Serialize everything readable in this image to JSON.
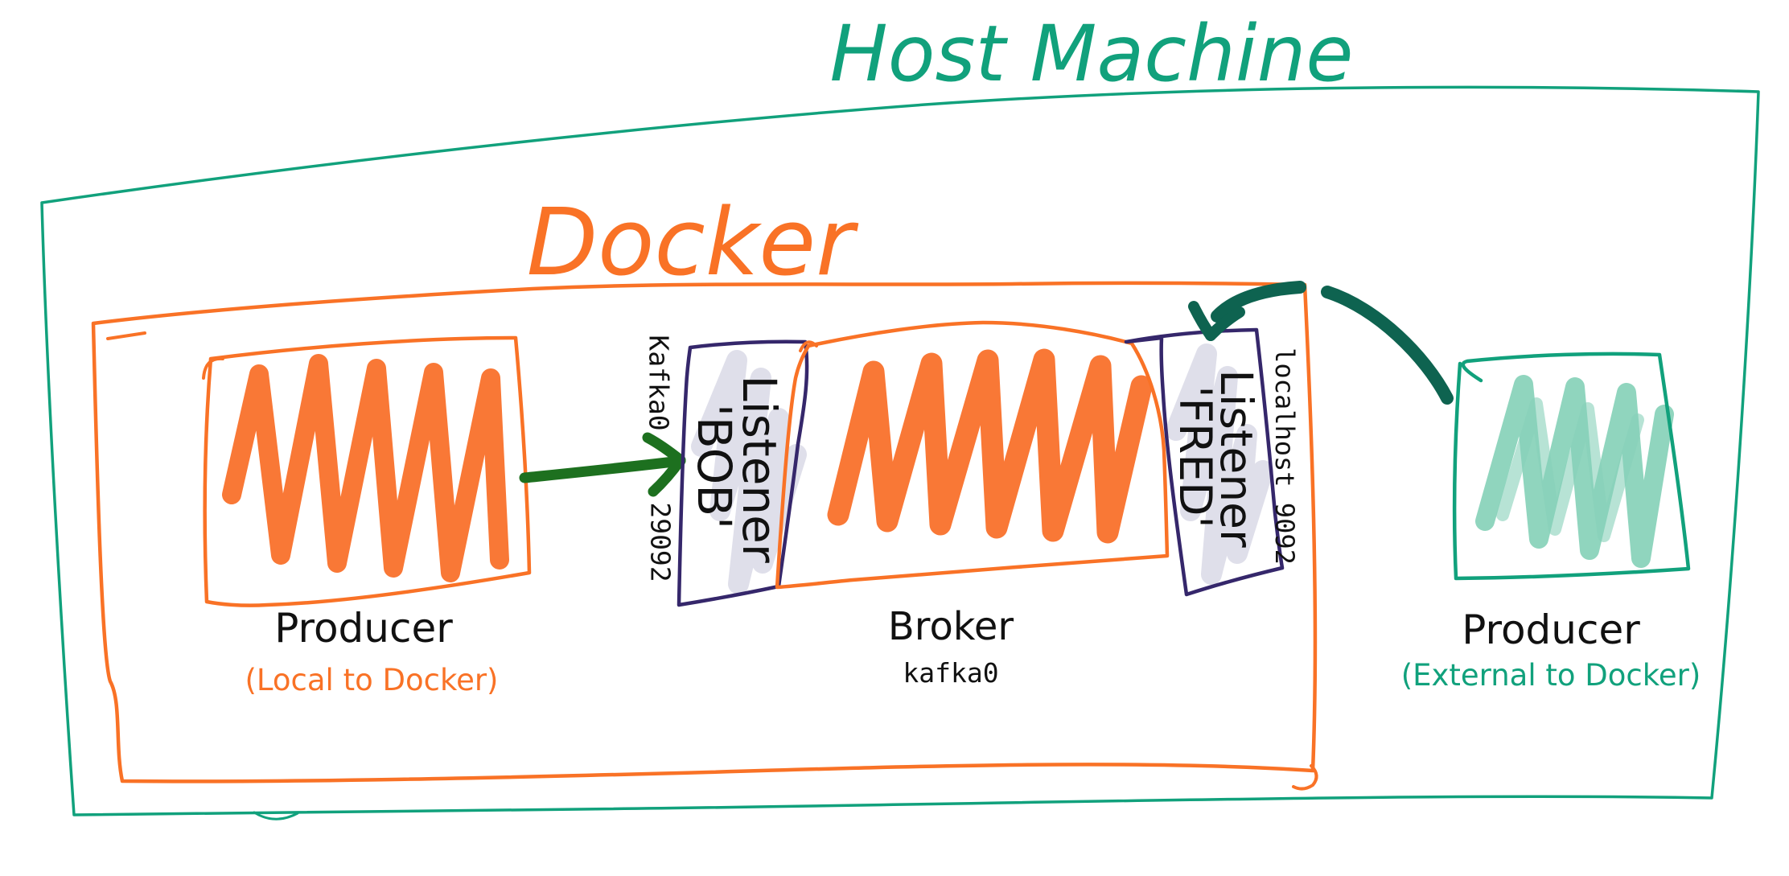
{
  "diagram": {
    "host": {
      "title": "Host Machine"
    },
    "docker": {
      "title": "Docker"
    },
    "producer_local": {
      "label": "Producer",
      "sublabel": "(Local to Docker)"
    },
    "listener_bob": {
      "label_line1": "Listener",
      "label_line2": "'BOB'",
      "advertised_host": "Kafka0",
      "port": "29092"
    },
    "broker": {
      "label": "Broker",
      "sublabel": "kafka0"
    },
    "listener_fred": {
      "label_line1": "Listener",
      "label_line2": "'FRED'",
      "endpoint": "localhost 9092"
    },
    "producer_external": {
      "label": "Producer",
      "sublabel": "(External to Docker)"
    }
  },
  "colors": {
    "host_teal": "#11a17c",
    "docker_orange": "#f97226",
    "scribble_orange": "#f9712b",
    "listener_navy": "#35276b",
    "scribble_gray": "#dcdbe8",
    "scribble_teal": "#87d1b9",
    "arrow_green": "#1d701f",
    "arrow_dark_teal": "#0e6350",
    "label_black": "#111111"
  }
}
